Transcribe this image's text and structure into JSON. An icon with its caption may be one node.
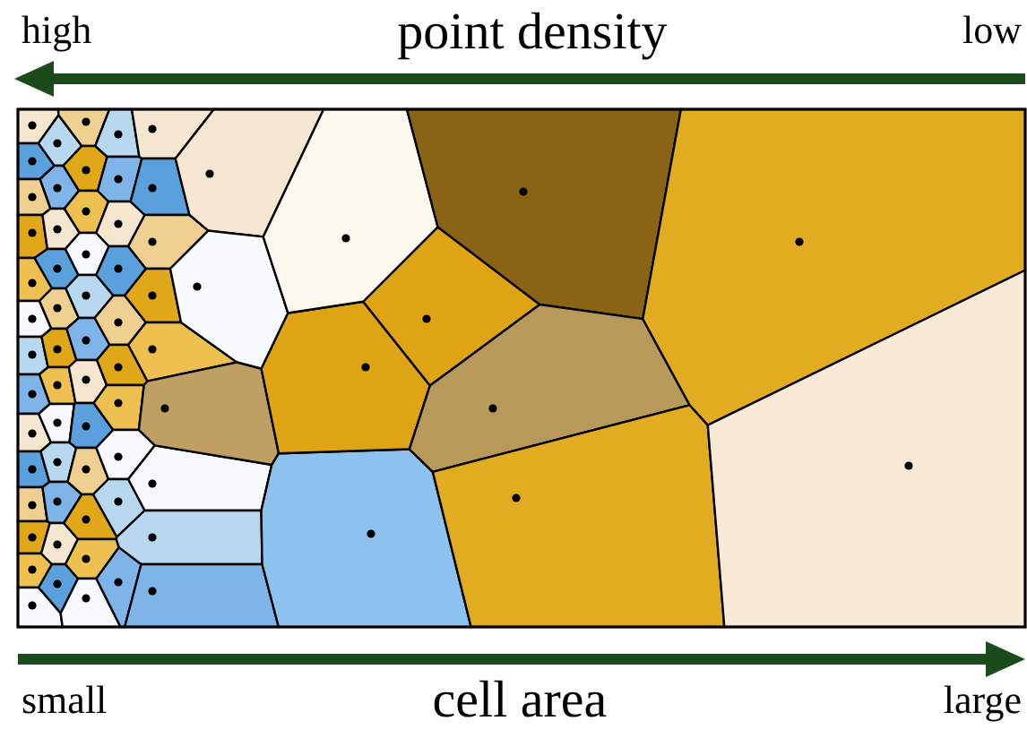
{
  "diagram": {
    "labels": [
      "high",
      "point density",
      "low",
      "small",
      "cell area",
      "large"
    ]
  }
}
